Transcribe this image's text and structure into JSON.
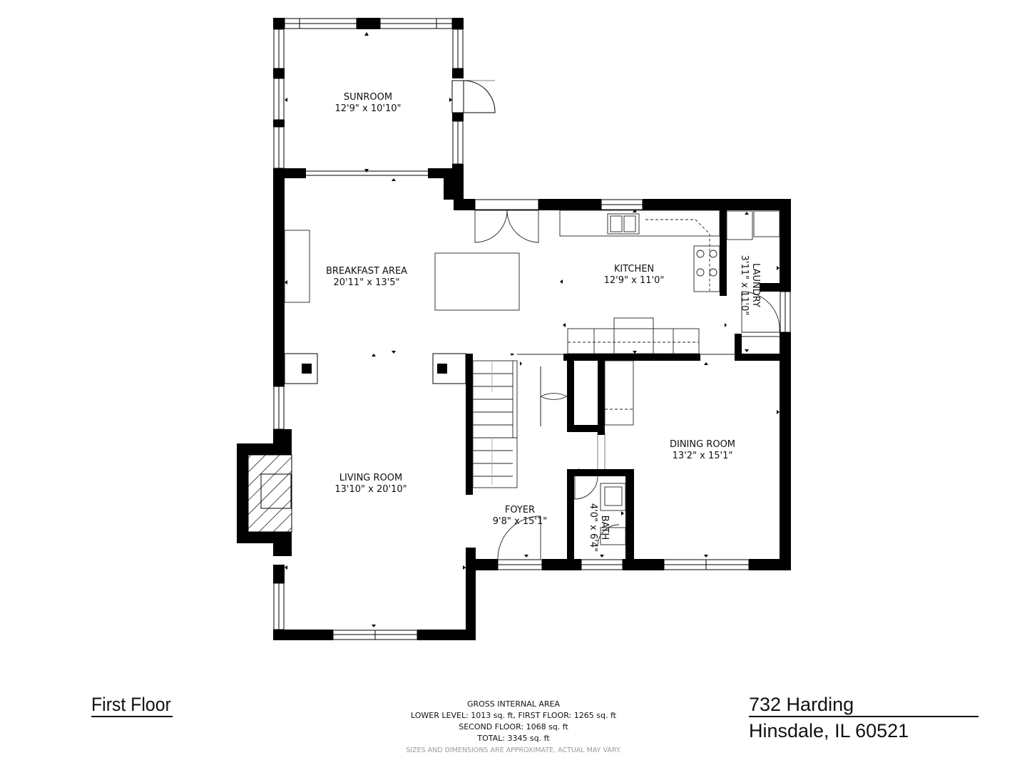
{
  "floor_title": "First Floor",
  "area_summary": {
    "heading": "GROSS INTERNAL AREA",
    "line1": "LOWER LEVEL: 1013 sq. ft, FIRST FLOOR: 1265 sq. ft",
    "line2": "SECOND FLOOR: 1068 sq. ft",
    "line3": "TOTAL: 3345 sq. ft",
    "disclaimer": "SIZES AND DIMENSIONS ARE APPROXIMATE, ACTUAL MAY VARY."
  },
  "address": {
    "street": "732 Harding",
    "city": "Hinsdale, IL 60521"
  },
  "rooms": {
    "sunroom": {
      "name": "SUNROOM",
      "dims": "12'9\" x 10'10\""
    },
    "breakfast": {
      "name": "BREAKFAST AREA",
      "dims": "20'11\" x 13'5\""
    },
    "kitchen": {
      "name": "KITCHEN",
      "dims": "12'9\" x 11'0\""
    },
    "laundry": {
      "name": "LAUNDRY",
      "dims": "3'11\" x 11'0\""
    },
    "living": {
      "name": "LIVING ROOM",
      "dims": "13'10\" x 20'10\""
    },
    "dining": {
      "name": "DINING ROOM",
      "dims": "13'2\" x 15'1\""
    },
    "foyer": {
      "name": "FOYER",
      "dims": "9'8\" x 15'1\""
    },
    "bath": {
      "name": "BATH",
      "dims": "4'0\" x 6'4\""
    }
  },
  "colors": {
    "wall": "#000000",
    "background": "#ffffff",
    "fixture_line": "#333333"
  }
}
